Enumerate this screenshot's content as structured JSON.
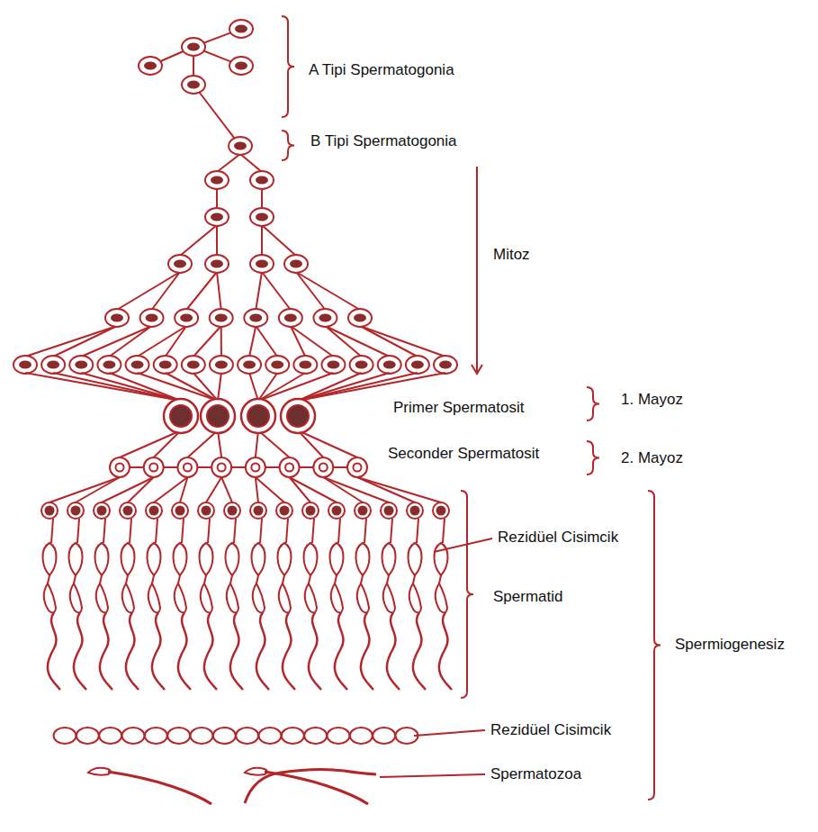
{
  "diagram": {
    "labels": [
      "A Tipi Spermatogonia",
      "B Tipi Spermatogonia",
      "Mitoz",
      "Primer Spermatosit",
      "1. Mayoz",
      "Seconder Spermatosit",
      "2. Mayoz",
      "Rezidüel Cisimcik",
      "Spermatid",
      "Spermiogenesiz",
      "Rezidüel Cisimcik",
      "Spermatozoa"
    ]
  }
}
